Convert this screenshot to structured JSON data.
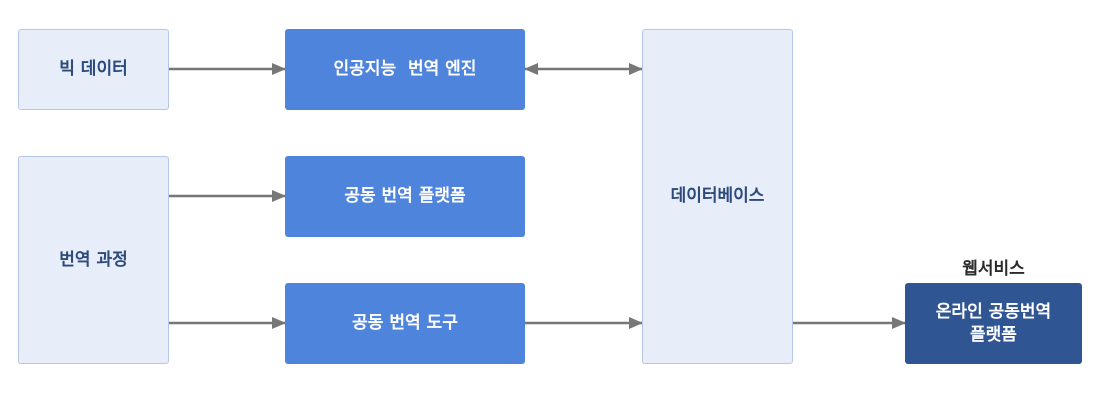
{
  "colors": {
    "light_fill": "#e7eef9",
    "light_border": "#b4c8e6",
    "light_text": "#2d4a7c",
    "process_blue": "#4f84dc",
    "output_navy": "#2f5593",
    "arrow_gray": "#777777"
  },
  "nodes": {
    "big_data": "빅 데이터",
    "translation_process": "번역 과정",
    "ai_engine": "인공지능  번역 엔진",
    "collab_platform": "공동 번역 플랫폼",
    "collab_tool": "공동 번역 도구",
    "database": "데이터베이스",
    "online_platform": "온라인 공동번역\n플랫폼"
  },
  "labels": {
    "web_service": "웹서비스"
  },
  "edges": [
    {
      "from": "big_data",
      "to": "ai_engine",
      "direction": "forward"
    },
    {
      "from": "ai_engine",
      "to": "database",
      "direction": "both"
    },
    {
      "from": "translation_process",
      "to": "collab_platform",
      "direction": "forward"
    },
    {
      "from": "translation_process",
      "to": "collab_tool",
      "direction": "forward"
    },
    {
      "from": "collab_tool",
      "to": "database",
      "direction": "forward"
    },
    {
      "from": "database",
      "to": "online_platform",
      "direction": "forward"
    }
  ]
}
